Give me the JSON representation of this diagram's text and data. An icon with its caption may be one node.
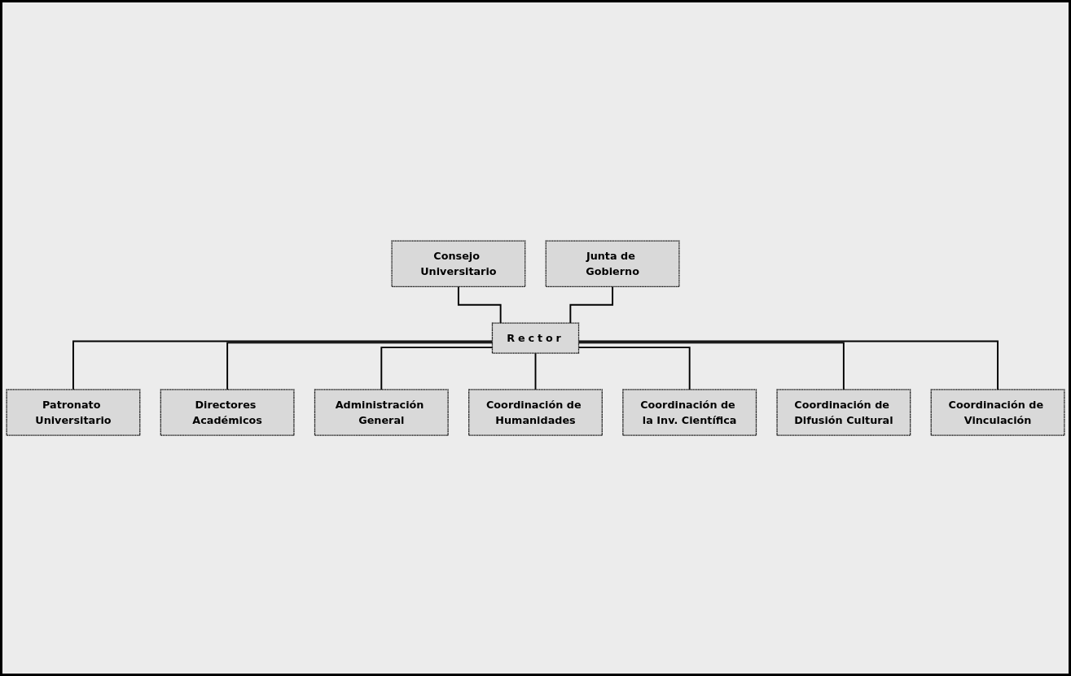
{
  "diagram": {
    "nodes": [
      {
        "text": [
          "Consejo Universitario"
        ]
      },
      {
        "text": [
          "Junta de Gobierno"
        ]
      },
      {
        "text": [
          "Rector"
        ]
      },
      {
        "text": [
          "Patronato Universitario"
        ]
      },
      {
        "text": [
          "Directores Académicos"
        ]
      },
      {
        "text": [
          "Administración General"
        ]
      },
      {
        "text": [
          "Coordinación de Humanidades"
        ]
      },
      {
        "text": [
          "Coordinación de la Inv. Científica"
        ]
      },
      {
        "text": [
          "Coordinación de Difusión Cultural"
        ]
      },
      {
        "text": [
          "Coordinación de Vinculación"
        ]
      }
    ],
    "edges": [
      {
        "from": 0,
        "to": 2,
        "arrow": "none"
      },
      {
        "from": 1,
        "to": 2,
        "arrow": "none"
      },
      {
        "from": 2,
        "to": 3,
        "arrow": "none"
      },
      {
        "from": 2,
        "to": 4,
        "arrow": "none"
      },
      {
        "from": 2,
        "to": 5,
        "arrow": "none"
      },
      {
        "from": 2,
        "to": 6,
        "arrow": "none"
      },
      {
        "from": 2,
        "to": 7,
        "arrow": "none"
      },
      {
        "from": 2,
        "to": 8,
        "arrow": "none"
      },
      {
        "from": 2,
        "to": 9,
        "arrow": "none"
      }
    ]
  }
}
